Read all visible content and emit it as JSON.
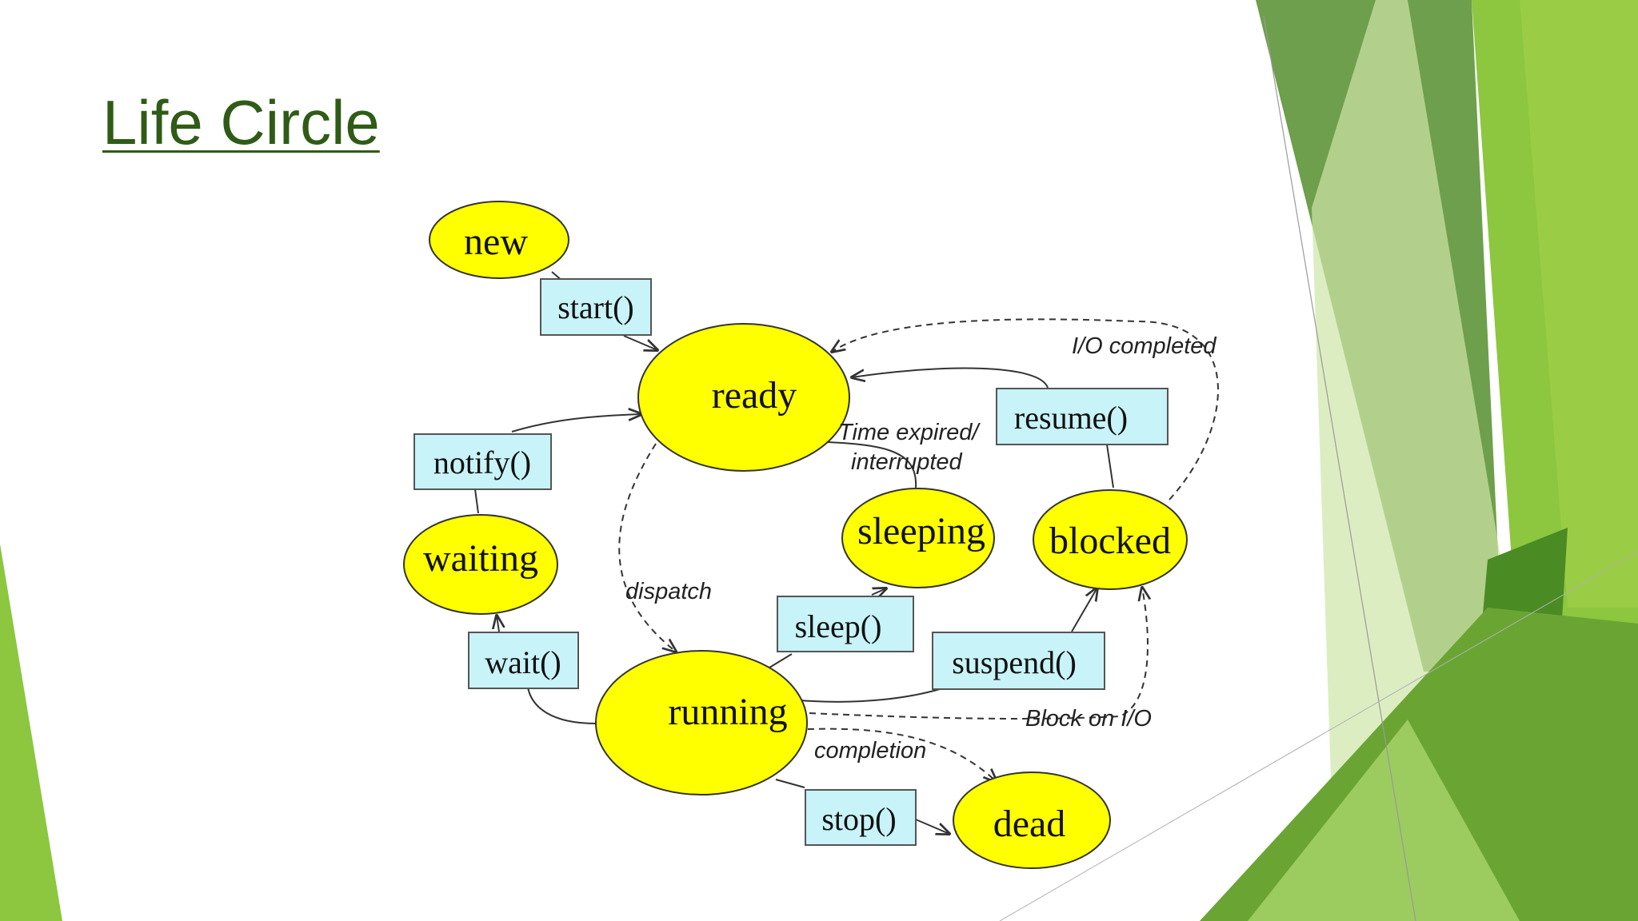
{
  "slide": {
    "title": "Life Circle",
    "theme_colors": [
      "#8dc63f",
      "#6aa534",
      "#4b8b23",
      "#cfe6a8"
    ]
  },
  "diagram": {
    "states": {
      "new": "new",
      "ready": "ready",
      "waiting": "waiting",
      "sleeping": "sleeping",
      "blocked": "blocked",
      "running": "running",
      "dead": "dead"
    },
    "methods": {
      "start": "start()",
      "notify": "notify()",
      "resume": "resume()",
      "sleep": "sleep()",
      "wait": "wait()",
      "suspend": "suspend()",
      "stop": "stop()"
    },
    "notes": {
      "io_completed": "I/O completed",
      "time_expired_1": "Time expired/",
      "time_expired_2": "interrupted",
      "dispatch": "dispatch",
      "block_on_io": "Block on I/O",
      "completion": "completion"
    },
    "colors": {
      "state_fill": "#ffff00",
      "method_fill": "#c8f3f8",
      "title": "#2f5b16"
    }
  }
}
